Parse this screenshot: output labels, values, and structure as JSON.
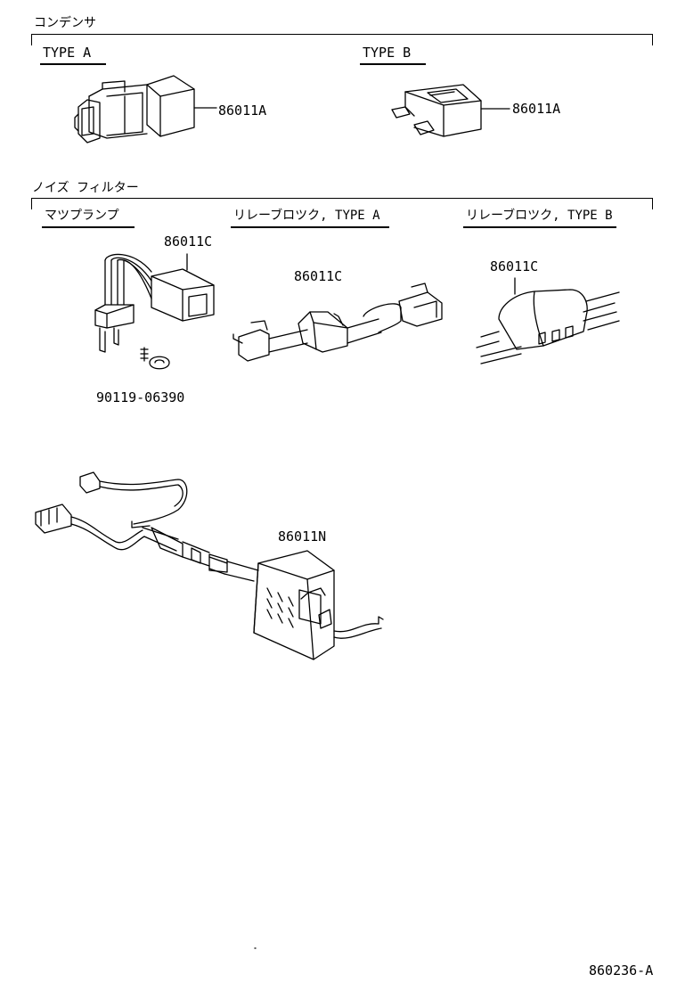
{
  "sections": {
    "condenser": "コンデンサ",
    "noise_filter": "ノイズ フィルター"
  },
  "groups": {
    "type_a": "TYPE A",
    "type_b": "TYPE B",
    "map_lamp": "マツプランプ",
    "relay_block_a": "リレーブロツク, TYPE A",
    "relay_block_b": "リレーブロツク, TYPE B"
  },
  "parts": {
    "cond_a": "86011A",
    "cond_b": "86011A",
    "filter_map": "86011C",
    "filter_relay_a": "86011C",
    "filter_relay_b": "86011C",
    "bolt": "90119-06390",
    "harness": "86011N"
  },
  "diagram_id": "860236-A"
}
